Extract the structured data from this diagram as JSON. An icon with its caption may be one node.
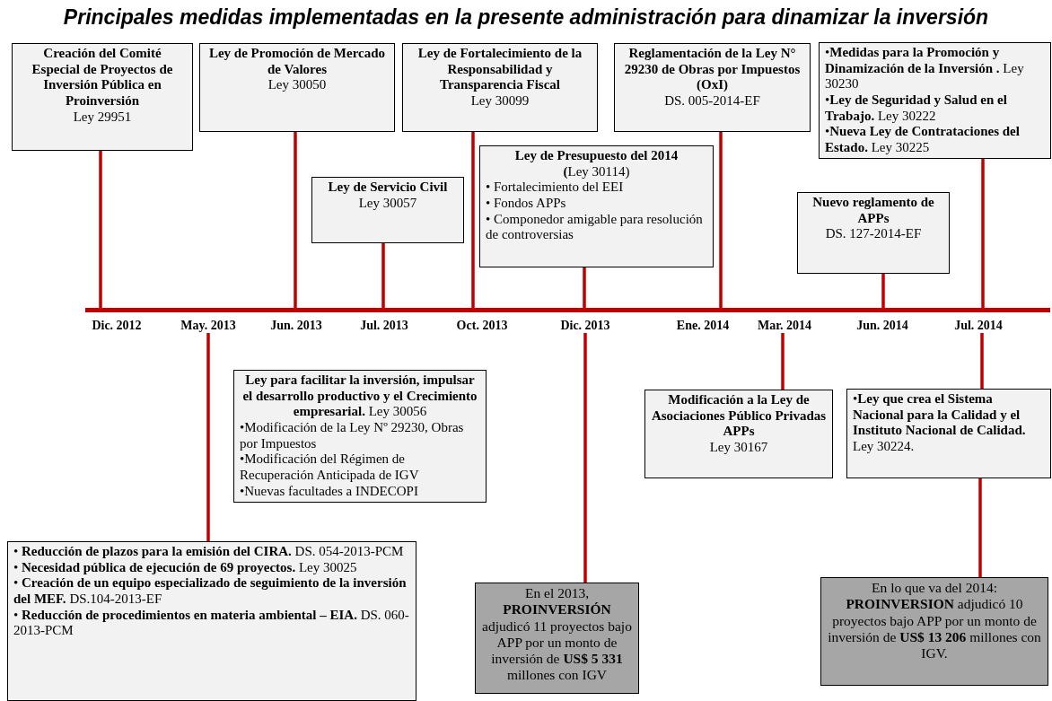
{
  "diagram": {
    "title": "Principales medidas implementadas en la presente administración para dinamizar la inversión",
    "nodes": [
      {
        "text": [
          "Creación del Comité Especial de Proyectos de Inversión Pública en Proinversión",
          "Ley 29951"
        ]
      },
      {
        "text": [
          "Ley de Promoción de Mercado de Valores",
          "Ley 30050"
        ]
      },
      {
        "text": [
          "Ley de Fortalecimiento de la Responsabilidad y Transparencia Fiscal",
          "Ley 30099"
        ]
      },
      {
        "text": [
          "Reglamentación de la Ley N° 29230 de Obras por Impuestos (OxI)",
          "DS. 005-2014-EF"
        ]
      },
      {
        "text": [
          "•**Medidas para la Promoción y Dinamización de la Inversión .** Ley 30230",
          "•**Ley de Seguridad y Salud en el Trabajo.** Ley 30222",
          "•**Nueva Ley de Contrataciones del Estado.** Ley 30225"
        ]
      },
      {
        "text": [
          "Ley de Presupuesto del 2014",
          "**(**Ley 30114)",
          "• Fortalecimiento del EEI",
          "• Fondos APPs",
          "• Componedor amigable para resolución de controversias"
        ]
      },
      {
        "text": [
          "Ley de Servicio Civil",
          "Ley 30057"
        ]
      },
      {
        "text": [
          "Nuevo reglamento de APPs",
          "DS. 127-2014-EF"
        ]
      },
      {
        "text": [],
        "shape": "bar"
      },
      {
        "text": [
          "May. 2013"
        ]
      },
      {
        "text": [
          "Dic. 2013"
        ]
      },
      {
        "text": [
          "Mar. 2014"
        ]
      },
      {
        "text": [
          "Jul. 2014"
        ]
      },
      {
        "text": [
          "**Ley para facilitar la inversión, impulsar el desarrollo productivo y el Crecimiento empresarial.** Ley 30056",
          "•Modificación de la Ley Nº 29230, Obras por Impuestos",
          "•Modificación del Régimen de Recuperación Anticipada de IGV",
          "•Nuevas facultades a INDECOPI"
        ]
      },
      {
        "text": [
          "Modificación a la Ley de Asociaciones Público Privadas APPs",
          "Ley 30167"
        ]
      },
      {
        "text": [
          "•**Ley que crea el Sistema Nacional para la Calidad y el Instituto Nacional de Calidad.** Ley 30224."
        ]
      },
      {
        "text": [
          "• **Reducción de plazos para la emisión del CIRA.** DS. 054-2013-PCM",
          "• **Necesidad pública de ejecución de 69 proyectos.** Ley 30025",
          "• **Creación de un equipo especializado de seguimiento de la inversión del MEF.** DS.104-2013-EF",
          "• **Reducción de procedimientos en materia ambiental – EIA.** DS. 060-2013-PCM"
        ]
      },
      {
        "text": [
          "En el 2013, **PROINVERSIÓN** adjudicó 11 proyectos bajo APP por un monto de inversión de **US$ 5 331** millones con IGV"
        ]
      },
      {
        "text": [
          "En lo que va del 2014: **PROINVERSION** adjudicó 10 proyectos bajo APP por un monto de inversión de **US$ 13 206** millones con IGV."
        ]
      }
    ],
    "edges": [
      {
        "from": 0,
        "to": 8,
        "arrow": "none"
      },
      {
        "from": 1,
        "to": 8,
        "arrow": "none"
      },
      {
        "from": 6,
        "to": 8,
        "arrow": "none"
      },
      {
        "from": 2,
        "to": 8,
        "arrow": "none"
      },
      {
        "from": 5,
        "to": 8,
        "arrow": "none"
      },
      {
        "from": 3,
        "to": 8,
        "arrow": "none"
      },
      {
        "from": 7,
        "to": 8,
        "arrow": "none"
      },
      {
        "from": 4,
        "to": 8,
        "arrow": "none"
      },
      {
        "from": 9,
        "to": 16,
        "arrow": "none"
      },
      {
        "from": 10,
        "to": 17,
        "arrow": "none"
      },
      {
        "from": 11,
        "to": 14,
        "arrow": "none"
      },
      {
        "from": 12,
        "to": 15,
        "arrow": "none"
      },
      {
        "from": 15,
        "to": 18,
        "arrow": "none"
      }
    ],
    "labels": [
      "Dic. 2012",
      "Jun. 2013",
      "Jul. 2013",
      "Oct. 2013",
      "Ene. 2014",
      "Jun. 2014"
    ]
  }
}
